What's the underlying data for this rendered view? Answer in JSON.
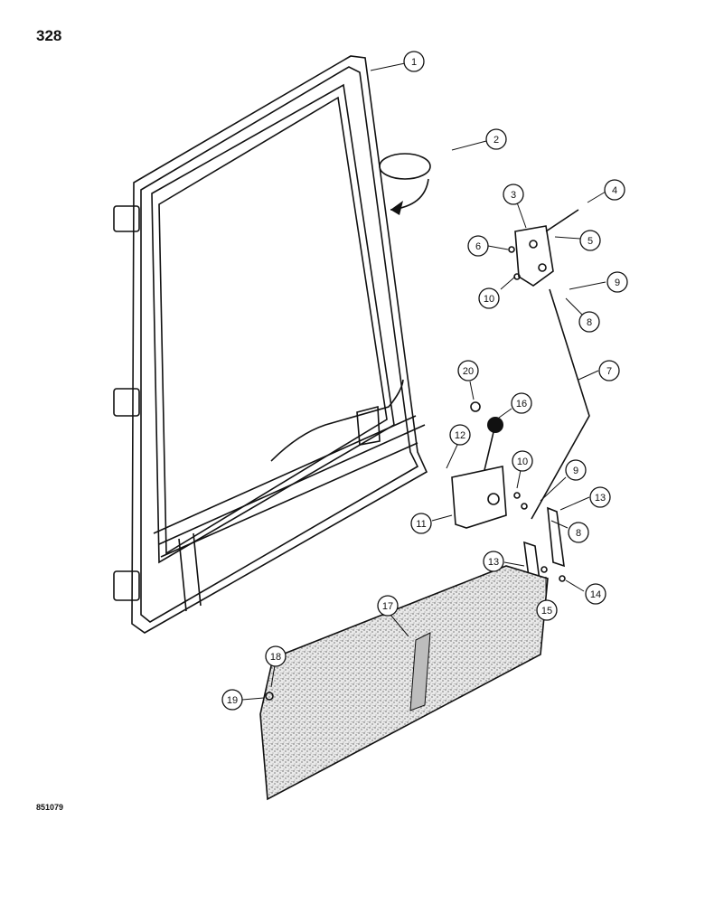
{
  "page": {
    "number": "328",
    "drawing_code": "851079"
  },
  "callouts": [
    {
      "label": "1"
    },
    {
      "label": "2"
    },
    {
      "label": "3"
    },
    {
      "label": "4"
    },
    {
      "label": "5"
    },
    {
      "label": "6"
    },
    {
      "label": "10"
    },
    {
      "label": "9"
    },
    {
      "label": "8"
    },
    {
      "label": "7"
    },
    {
      "label": "20"
    },
    {
      "label": "16"
    },
    {
      "label": "12"
    },
    {
      "label": "10"
    },
    {
      "label": "9"
    },
    {
      "label": "13"
    },
    {
      "label": "11"
    },
    {
      "label": "8"
    },
    {
      "label": "13"
    },
    {
      "label": "14"
    },
    {
      "label": "15"
    },
    {
      "label": "17"
    },
    {
      "label": "18"
    },
    {
      "label": "19"
    }
  ]
}
